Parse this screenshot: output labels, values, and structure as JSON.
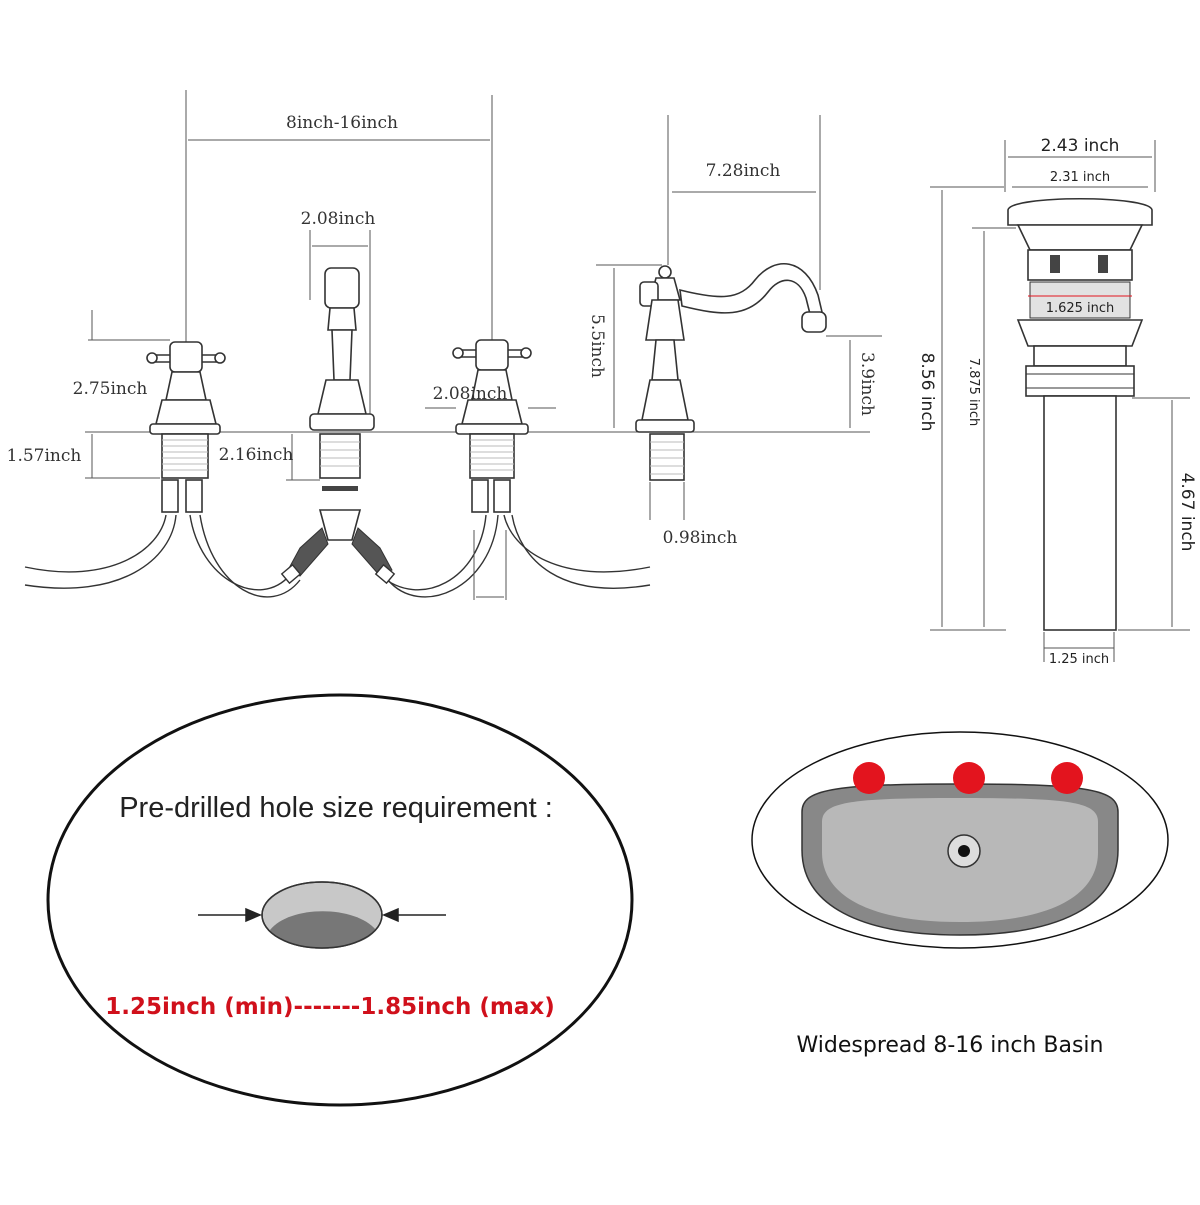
{
  "faucet": {
    "spread": "8inch-16inch",
    "spout_base_width": "2.08inch",
    "spout_reach": "7.28inch",
    "spout_height": "5.5inch",
    "spout_outlet_height": "3.9inch",
    "handle_height": "2.75inch",
    "shank_length": "1.57inch",
    "spout_shank_length": "2.16inch",
    "handle_base_width": "2.08inch",
    "shank_diameter": "0.98inch"
  },
  "drain": {
    "top_outer_diameter": "2.43 inch",
    "top_inner_diameter": "2.31 inch",
    "overflow_slot_width": "1.625 inch",
    "overall_height": "8.56 inch",
    "body_height": "7.875 inch",
    "tail_height": "4.67 inch",
    "tail_diameter": "1.25 inch"
  },
  "hole_requirement": {
    "title": "Pre-drilled hole size requirement :",
    "range": "1.25inch (min)-------1.85inch (max)"
  },
  "basin": {
    "caption": "Widespread 8-16 inch Basin",
    "hole_color": "#e3141e"
  }
}
